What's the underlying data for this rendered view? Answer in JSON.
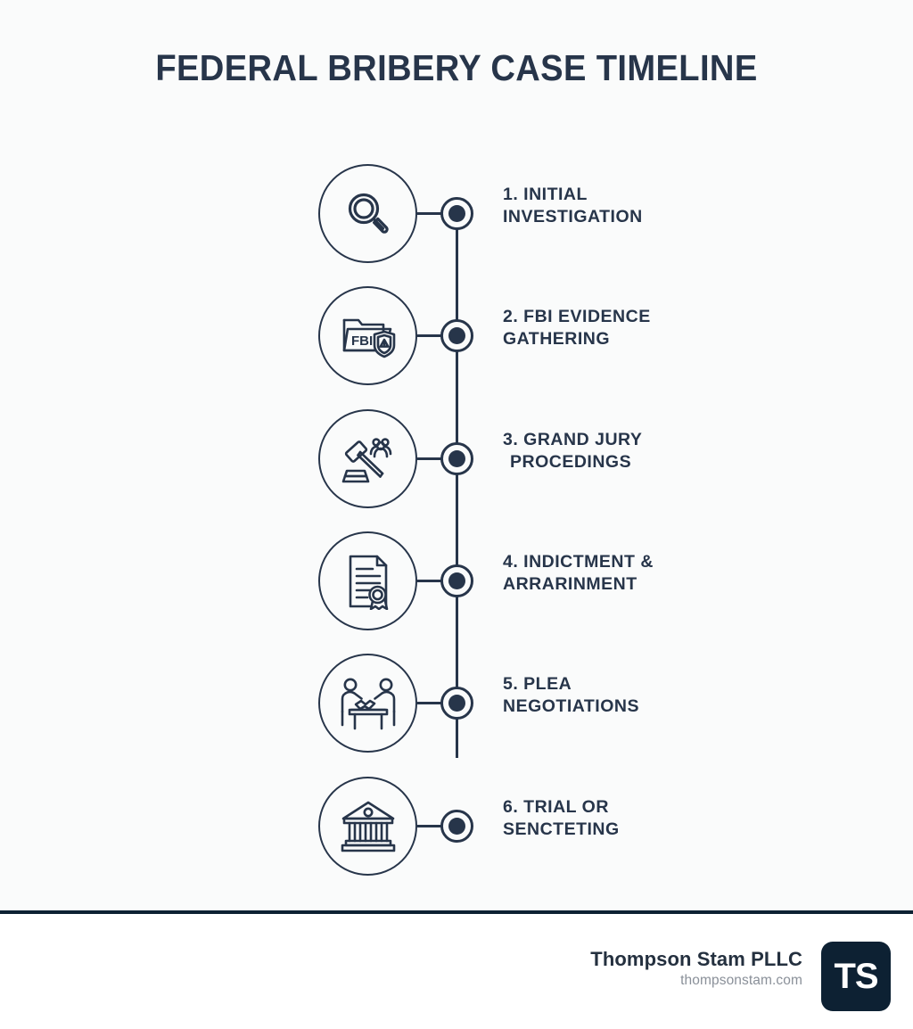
{
  "poster": {
    "title": "FEDERAL BRIBERY CASE TIMELINE",
    "background_color": "#fafbfb",
    "accent_color": "#27354a"
  },
  "timeline": {
    "steps": [
      {
        "number": "1.",
        "line1": "1. INITIAL",
        "line2": "INVESTIGATION",
        "icon": "magnifying-glass-icon"
      },
      {
        "number": "2.",
        "line1": "2. FBI EVIDENCE",
        "line2": "GATHERING",
        "icon": "fbi-folder-badge-icon",
        "icon_text": "FBI"
      },
      {
        "number": "3.",
        "line1": "3. GRAND JURY",
        "line2": "PROCEDINGS",
        "icon": "gavel-jury-icon"
      },
      {
        "number": "4.",
        "line1": "4. INDICTMENT &",
        "line2": "ARRARINMENT",
        "icon": "document-seal-icon"
      },
      {
        "number": "5.",
        "line1": "5. PLEA",
        "line2": "NEGOTIATIONS",
        "icon": "handshake-table-icon"
      },
      {
        "number": "6.",
        "line1": "6. TRIAL OR",
        "line2": "SENCTETING",
        "icon": "courthouse-icon"
      }
    ]
  },
  "footer": {
    "firm_name": "Thompson Stam PLLC",
    "website": "thompsonstam.com",
    "logo_text": "TS",
    "logo_color": "#0d2133"
  }
}
